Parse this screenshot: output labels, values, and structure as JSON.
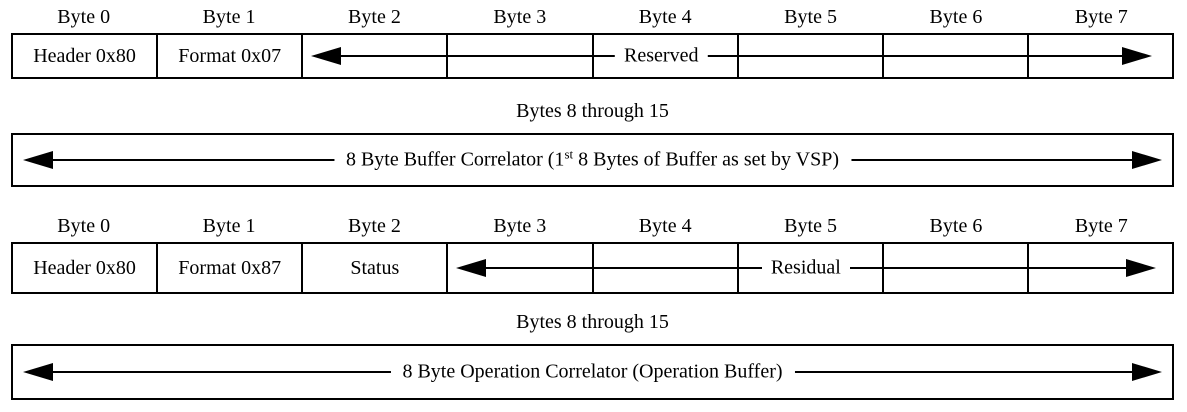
{
  "byte_headers": [
    "Byte 0",
    "Byte 1",
    "Byte 2",
    "Byte 3",
    "Byte 4",
    "Byte 5",
    "Byte 6",
    "Byte 7"
  ],
  "table1": {
    "cells": [
      "Header 0x80",
      "Format 0x07"
    ],
    "arrow_label": "Reserved"
  },
  "section1": {
    "label": "Bytes 8 through 15"
  },
  "box1": {
    "text_pre": "8 Byte Buffer Correlator (1",
    "text_sup": "st",
    "text_post": " 8 Bytes of Buffer as set by VSP)"
  },
  "table2": {
    "cells": [
      "Header 0x80",
      "Format 0x87",
      "Status"
    ],
    "arrow_label": "Residual"
  },
  "section2": {
    "label": "Bytes 8 through 15"
  },
  "box2": {
    "text": "8 Byte Operation Correlator (Operation Buffer)"
  },
  "colors": {
    "foreground": "#000000",
    "background": "#ffffff"
  }
}
